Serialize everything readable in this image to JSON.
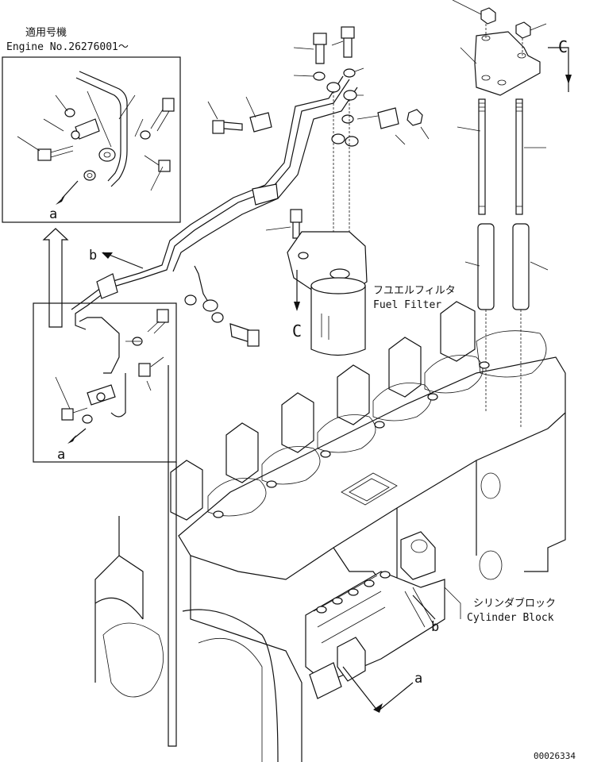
{
  "applicable_jp": "適用号機",
  "engine_no": "Engine No.26276001～",
  "fuel_filter_jp": "フユエルフィルタ",
  "fuel_filter_en": "Fuel Filter",
  "cylinder_block_jp": "シリンダブロック",
  "cylinder_block_en": "Cylinder Block",
  "ref_a": "a",
  "ref_b": "b",
  "ref_c": "C",
  "drawing_number": "00026334"
}
